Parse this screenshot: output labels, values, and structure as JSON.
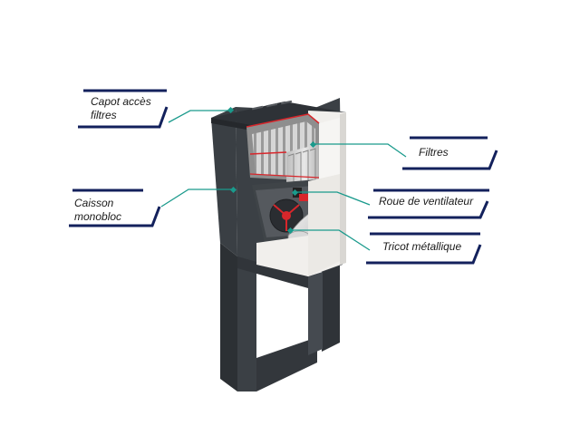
{
  "colors": {
    "navy": "#13215c",
    "teal": "#1a9a8c",
    "cabinet_dark": "#3b4045",
    "cabinet_panel": "#f1efec",
    "accent_red": "#d8262b"
  },
  "labels": {
    "capot_line1": "Capot accès",
    "capot_line2": "filtres",
    "caisson_line1": "Caisson",
    "caisson_line2": "monobloc",
    "filtres": "Filtres",
    "roue": "Roue de ventilateur",
    "tricot": "Tricot métallique"
  }
}
